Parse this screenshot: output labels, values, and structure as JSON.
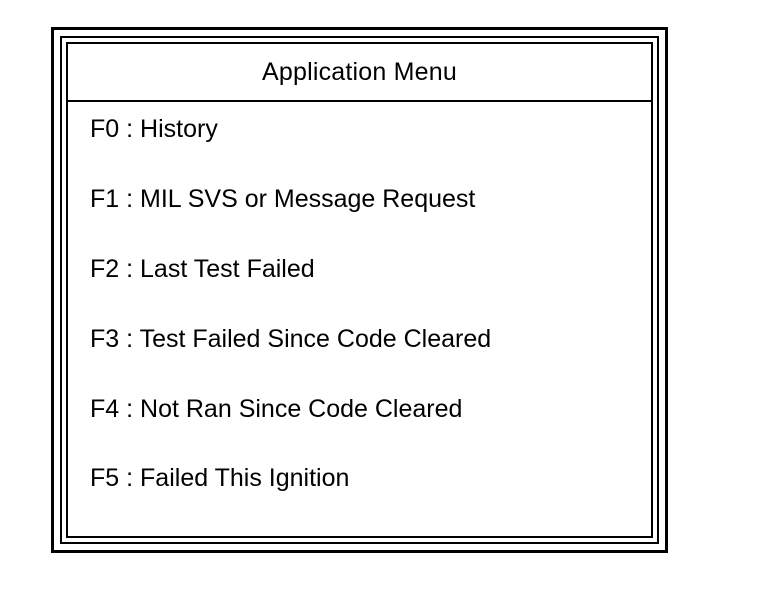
{
  "menu": {
    "title": "Application Menu",
    "items": [
      {
        "key": "F0",
        "label": "History"
      },
      {
        "key": "F1",
        "label": "MIL SVS or Message Request"
      },
      {
        "key": "F2",
        "label": "Last Test Failed"
      },
      {
        "key": "F3",
        "label": "Test Failed Since Code Cleared"
      },
      {
        "key": "F4",
        "label": "Not Ran Since Code Cleared"
      },
      {
        "key": "F5",
        "label": "Failed This Ignition"
      }
    ],
    "separator": " : "
  }
}
